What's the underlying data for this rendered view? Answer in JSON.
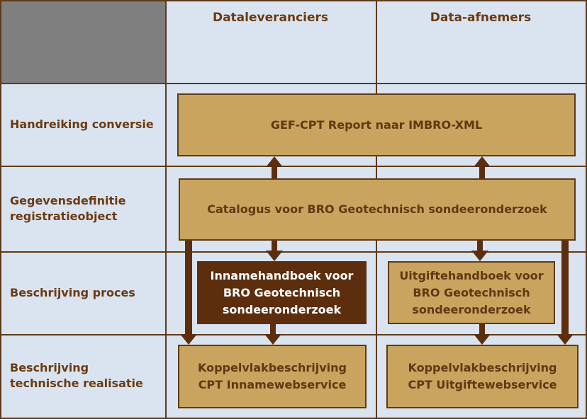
{
  "table": {
    "column_headers": [
      {
        "label": "Dataleveranciers"
      },
      {
        "label": "Data-afnemers"
      }
    ],
    "row_headers": [
      {
        "label": "Handreiking conversie"
      },
      {
        "label": "Gegevensdefinitie registratieobject"
      },
      {
        "label": "Beschrijving proces"
      },
      {
        "label": "Beschrijving technische realisatie"
      }
    ]
  },
  "boxes": {
    "gef_cpt": {
      "label": "GEF-CPT Report naar IMBRO-XML",
      "row": "Handreiking conversie",
      "highlighted": false
    },
    "catalogus": {
      "label": "Catalogus voor BRO Geotechnisch sondeeronderzoek",
      "row": "Gegevensdefinitie registratieobject",
      "highlighted": false
    },
    "innamehandboek": {
      "label": "Innamehandboek voor BRO Geotechnisch sondeeronderzoek",
      "row": "Beschrijving proces",
      "column": "Dataleveranciers",
      "highlighted": true
    },
    "uitgiftehandboek": {
      "label": "Uitgiftehandboek voor BRO Geotechnisch sondeeronderzoek",
      "row": "Beschrijving proces",
      "column": "Data-afnemers",
      "highlighted": false
    },
    "koppelvlak_inname": {
      "label": "Koppelvlakbeschrijving CPT Innamewebservice",
      "row": "Beschrijving technische realisatie",
      "column": "Dataleveranciers",
      "highlighted": false
    },
    "koppelvlak_uitgifte": {
      "label": "Koppelvlakbeschrijving CPT Uitgiftewebservice",
      "row": "Beschrijving technische realisatie",
      "column": "Data-afnemers",
      "highlighted": false
    }
  },
  "arrows": [
    {
      "from": "catalogus",
      "to": "gef_cpt",
      "direction": "up",
      "column": "Dataleveranciers"
    },
    {
      "from": "catalogus",
      "to": "gef_cpt",
      "direction": "up",
      "column": "Data-afnemers"
    },
    {
      "from": "catalogus",
      "to": "innamehandboek",
      "direction": "down",
      "column": "Dataleveranciers"
    },
    {
      "from": "catalogus",
      "to": "uitgiftehandboek",
      "direction": "down",
      "column": "Data-afnemers"
    },
    {
      "from": "innamehandboek",
      "to": "koppelvlak_inname",
      "direction": "down",
      "column": "Dataleveranciers"
    },
    {
      "from": "uitgiftehandboek",
      "to": "koppelvlak_uitgifte",
      "direction": "down",
      "column": "Data-afnemers"
    },
    {
      "from": "catalogus",
      "to": "koppelvlak_inname",
      "direction": "down",
      "column": "Dataleveranciers",
      "bypass": true
    },
    {
      "from": "catalogus",
      "to": "koppelvlak_uitgifte",
      "direction": "down",
      "column": "Data-afnemers",
      "bypass": true
    }
  ],
  "colors": {
    "background": "#D9E4F0",
    "grid_line": "#5E3A17",
    "corner_cell": "#7F7F7F",
    "box_fill": "#C9A45E",
    "box_border": "#5E3A17",
    "box_text": "#5E3813",
    "header_text": "#6B3A10",
    "highlight_box_fill": "#5C2E0E",
    "highlight_box_text": "#FFFFFF",
    "arrow": "#5C2E0E"
  }
}
